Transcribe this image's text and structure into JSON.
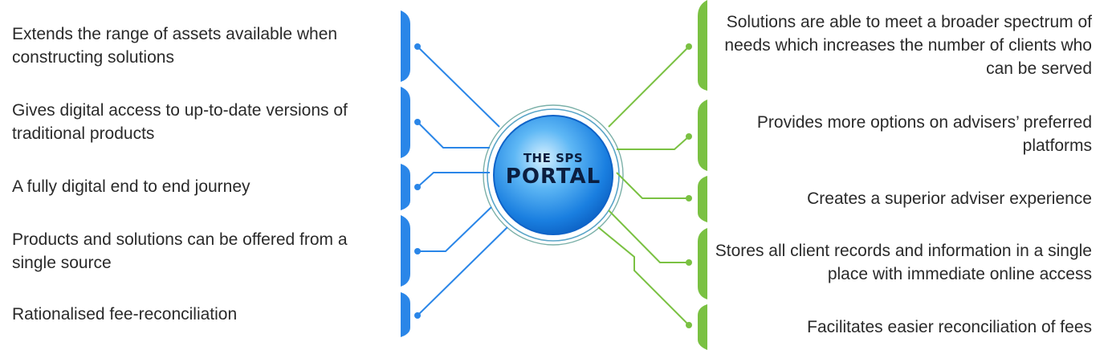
{
  "center": {
    "line1": "THE SPS",
    "line2": "PORTAL"
  },
  "left_items": [
    {
      "text": "Extends the range of assets available when constructing solutions"
    },
    {
      "text": "Gives digital access to up-to-date versions of traditional products"
    },
    {
      "text": "A fully digital end to end journey"
    },
    {
      "text": "Products and solutions can be offered from a single source"
    },
    {
      "text": "Rationalised fee-reconciliation"
    }
  ],
  "right_items": [
    {
      "text": "Solutions are able to meet a broader spectrum of needs which increases the number of clients who can be served"
    },
    {
      "text": "Provides more options on advisers’ preferred platforms"
    },
    {
      "text": "Creates a superior adviser experience"
    },
    {
      "text": "Stores all client records and information in a single place with immediate online access"
    },
    {
      "text": "Facilitates easier reconciliation of fees"
    }
  ],
  "colors": {
    "left_accent": "#2a86e8",
    "right_accent": "#7ac142",
    "orb": "#1e8fe8",
    "ring": "#5aa5c8"
  }
}
